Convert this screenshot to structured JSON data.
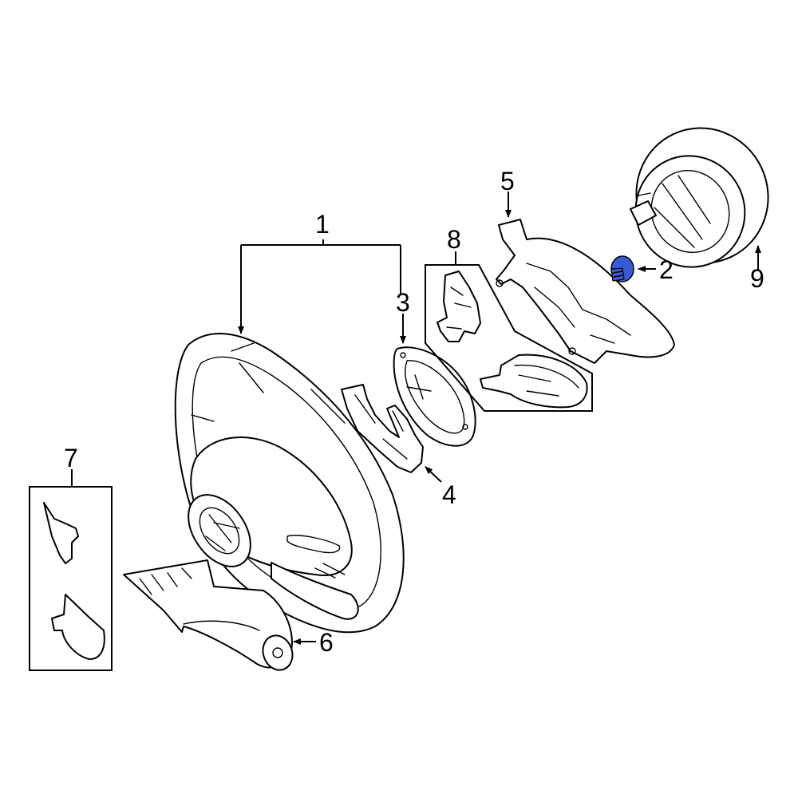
{
  "diagram": {
    "highlight_color": "#3b5bd6",
    "callouts": [
      {
        "id": "1",
        "label": "1"
      },
      {
        "id": "2",
        "label": "2"
      },
      {
        "id": "3",
        "label": "3"
      },
      {
        "id": "4",
        "label": "4"
      },
      {
        "id": "5",
        "label": "5"
      },
      {
        "id": "6",
        "label": "6"
      },
      {
        "id": "7",
        "label": "7"
      },
      {
        "id": "8",
        "label": "8"
      },
      {
        "id": "9",
        "label": "9"
      }
    ],
    "highlighted_part": "2"
  }
}
